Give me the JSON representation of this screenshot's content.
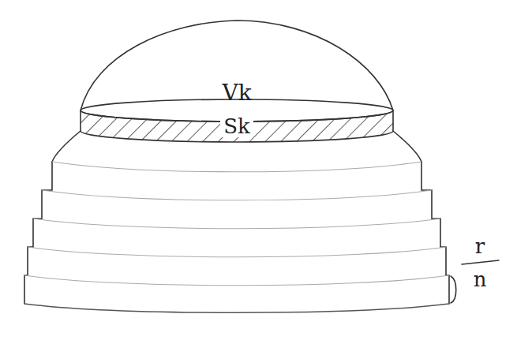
{
  "diagram": {
    "labels": [
      "Vk",
      "Sk",
      "r",
      "n"
    ]
  }
}
